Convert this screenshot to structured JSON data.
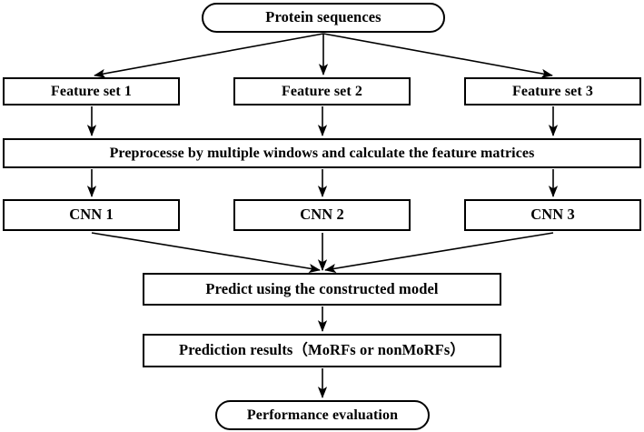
{
  "diagram": {
    "title": "Protein MoRF prediction pipeline flowchart",
    "background_color": "#ffffff",
    "line_color": "#000000",
    "text_color": "#000000",
    "nodes": {
      "protein_sequences": "Protein sequences",
      "feature_set_1": "Feature set 1",
      "feature_set_2": "Feature set 2",
      "feature_set_3": "Feature set 3",
      "preprocess": "Preprocesse by multiple windows and calculate the feature matrices",
      "cnn_1": "CNN 1",
      "cnn_2": "CNN 2",
      "cnn_3": "CNN 3",
      "predict": "Predict using the constructed model",
      "results": "Prediction results（MoRFs or nonMoRFs）",
      "performance": "Performance evaluation"
    },
    "edges": [
      {
        "from": "protein_sequences",
        "to": "feature_set_1",
        "style": "diagonal-arrow"
      },
      {
        "from": "protein_sequences",
        "to": "feature_set_2",
        "style": "vertical-arrow"
      },
      {
        "from": "protein_sequences",
        "to": "feature_set_3",
        "style": "diagonal-arrow"
      },
      {
        "from": "feature_set_1",
        "to": "preprocess",
        "style": "vertical-arrow"
      },
      {
        "from": "feature_set_2",
        "to": "preprocess",
        "style": "vertical-arrow"
      },
      {
        "from": "feature_set_3",
        "to": "preprocess",
        "style": "vertical-arrow"
      },
      {
        "from": "preprocess",
        "to": "cnn_1",
        "style": "vertical-arrow"
      },
      {
        "from": "preprocess",
        "to": "cnn_2",
        "style": "vertical-arrow"
      },
      {
        "from": "preprocess",
        "to": "cnn_3",
        "style": "vertical-arrow"
      },
      {
        "from": "cnn_1",
        "to": "predict",
        "style": "diagonal-arrow"
      },
      {
        "from": "cnn_2",
        "to": "predict",
        "style": "vertical-arrow"
      },
      {
        "from": "cnn_3",
        "to": "predict",
        "style": "diagonal-arrow"
      },
      {
        "from": "predict",
        "to": "results",
        "style": "vertical-arrow"
      },
      {
        "from": "results",
        "to": "performance",
        "style": "vertical-arrow"
      }
    ]
  }
}
